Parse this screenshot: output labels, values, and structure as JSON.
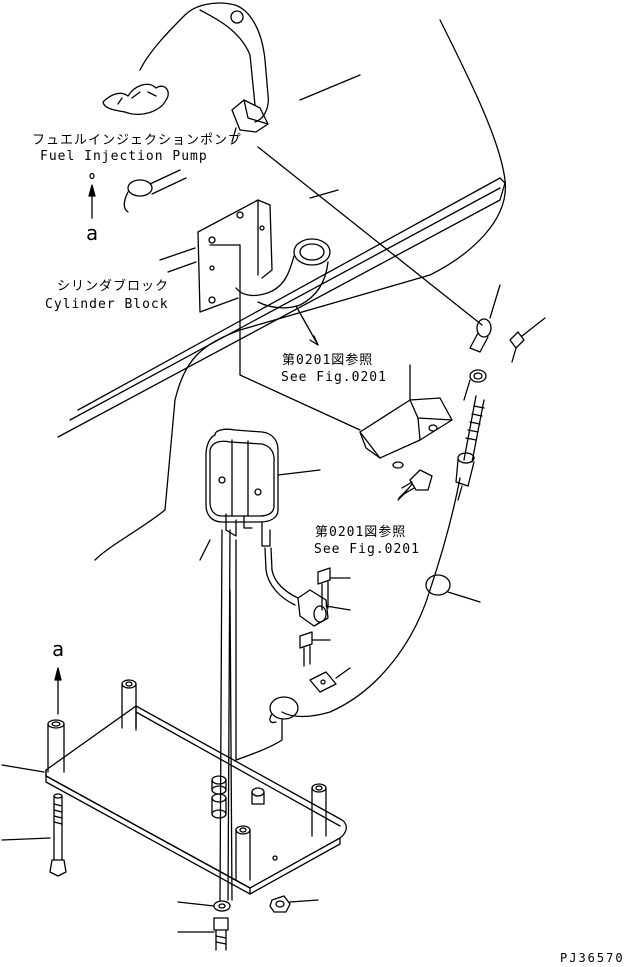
{
  "labels": {
    "fuel_injection_pump_jp": "フュエルインジェクションポンプ",
    "fuel_injection_pump_en": "Fuel Injection Pump",
    "cylinder_block_jp": "シリンダブロック",
    "cylinder_block_en": "Cylinder Block",
    "see_fig_upper_jp": "第0201図参照",
    "see_fig_upper_en": "See Fig.0201",
    "see_fig_lower_jp": "第0201図参照",
    "see_fig_lower_en": "See Fig.0201",
    "marker_a_top": "a",
    "marker_a_bottom": "a",
    "drawing_code": "PJ36570"
  }
}
